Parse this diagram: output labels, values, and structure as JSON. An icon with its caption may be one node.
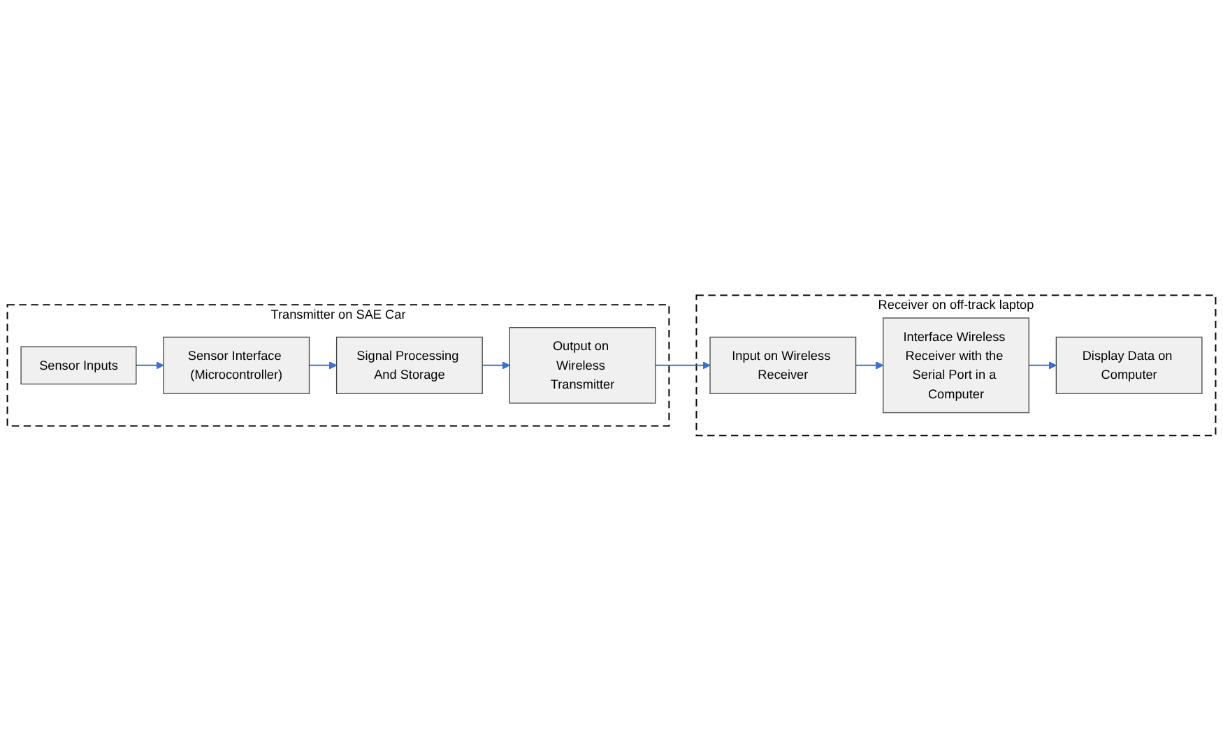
{
  "diagram": {
    "nodes": [
      {
        "text": [
          "Transmitter on SAE Car"
        ]
      },
      {
        "text": [
          "Sensor Inputs"
        ],
        "in": 0
      },
      {
        "text": [
          "Sensor Interface (Microcontroller)"
        ],
        "in": 0
      },
      {
        "text": [
          "Signal Processing And Storage"
        ],
        "in": 0
      },
      {
        "text": [
          "Output on Wireless Transmitter"
        ],
        "in": 0
      },
      {
        "text": [
          "Receiver on off-track laptop"
        ]
      },
      {
        "text": [
          "Input on Wireless Receiver"
        ],
        "in": 5
      },
      {
        "text": [
          "Interface Wireless Receiver with the Serial Port in a Computer"
        ],
        "in": 5
      },
      {
        "text": [
          "Display Data on Computer"
        ],
        "in": 5
      }
    ],
    "edges": [
      {
        "from": 1,
        "to": 2,
        "arrow": "to"
      },
      {
        "from": 2,
        "to": 3,
        "arrow": "to"
      },
      {
        "from": 3,
        "to": 4,
        "arrow": "to"
      },
      {
        "from": 4,
        "to": 6,
        "arrow": "to"
      },
      {
        "from": 6,
        "to": 7,
        "arrow": "to"
      },
      {
        "from": 7,
        "to": 8,
        "arrow": "to"
      }
    ]
  }
}
